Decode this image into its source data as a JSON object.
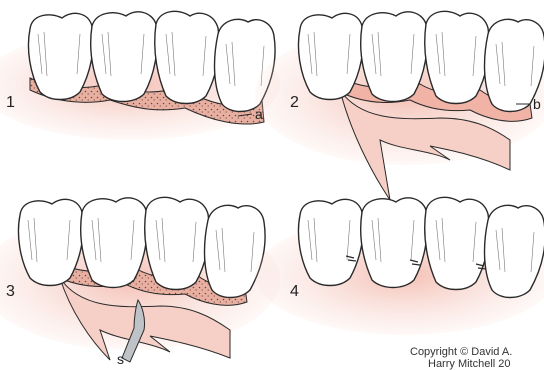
{
  "panels": [
    {
      "number": "1",
      "label": "a"
    },
    {
      "number": "2",
      "label": "b"
    },
    {
      "number": "3",
      "label": "s"
    },
    {
      "number": "4",
      "label": ""
    }
  ],
  "copyright": {
    "line1": "Copyright © David A.",
    "line2": "Harry Mitchell 20"
  },
  "colors": {
    "gum": "#f3c1b8",
    "gum_dark": "#e7a596",
    "tooth": "#ffffff",
    "outline": "#2a2a2a"
  }
}
